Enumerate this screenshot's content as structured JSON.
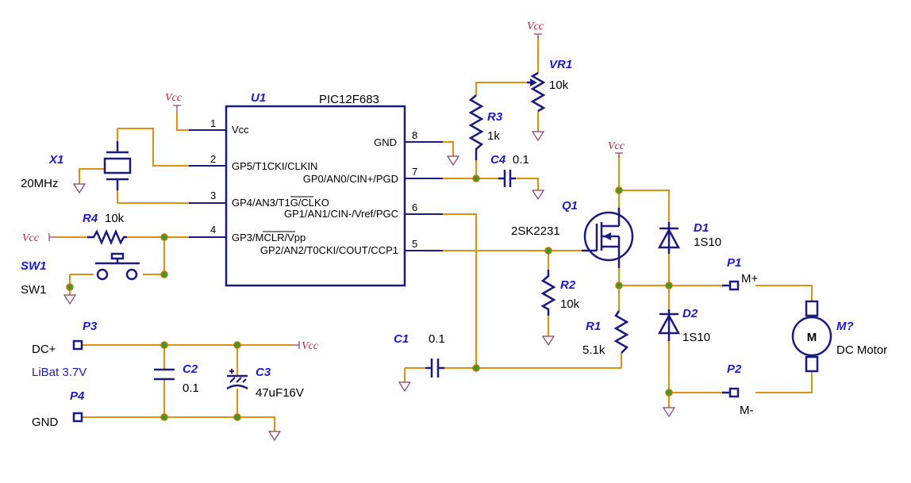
{
  "power": {
    "vcc_label": "Vcc"
  },
  "u1": {
    "ref": "U1",
    "part": "PIC12F683",
    "pins": [
      {
        "num": "1",
        "name": "Vcc"
      },
      {
        "num": "2",
        "name": "GP5/T1CKI/CLKIN"
      },
      {
        "num": "3",
        "name": "GP4/AN3/T1G/CLKO"
      },
      {
        "num": "4",
        "name": "GP3/MCLR/Vpp"
      },
      {
        "num": "8",
        "name": "GND"
      },
      {
        "num": "7",
        "name": "GP0/AN0/CIN+/PGD"
      },
      {
        "num": "6",
        "name": "GP1/AN1/CIN-/Vref/PGC"
      },
      {
        "num": "5",
        "name": "GP2/AN2/T0CKI/COUT/CCP1"
      }
    ]
  },
  "x1": {
    "ref": "X1",
    "value": "20MHz"
  },
  "r4": {
    "ref": "R4",
    "value": "10k"
  },
  "sw1": {
    "ref": "SW1",
    "value": "SW1"
  },
  "vr1": {
    "ref": "VR1",
    "value": "10k"
  },
  "r3": {
    "ref": "R3",
    "value": "1k"
  },
  "c4": {
    "ref": "C4",
    "value": "0.1"
  },
  "q1": {
    "ref": "Q1",
    "value": "2SK2231"
  },
  "r2": {
    "ref": "R2",
    "value": "10k"
  },
  "r1": {
    "ref": "R1",
    "value": "5.1k"
  },
  "c1": {
    "ref": "C1",
    "value": "0.1"
  },
  "d1": {
    "ref": "D1",
    "value": "1S10"
  },
  "d2": {
    "ref": "D2",
    "value": "1S10"
  },
  "p1": {
    "ref": "P1",
    "value": "M+"
  },
  "p2": {
    "ref": "P2",
    "value": "M-"
  },
  "m1": {
    "ref": "M?",
    "value": "DC Motor",
    "symbol": "M"
  },
  "p3": {
    "ref": "P3",
    "value": "DC+"
  },
  "p4": {
    "ref": "P4",
    "value": "GND"
  },
  "battery_note": "LiBat 3.7V",
  "c2": {
    "ref": "C2",
    "value": "0.1"
  },
  "c3": {
    "ref": "C3",
    "value": "47uF16V"
  }
}
